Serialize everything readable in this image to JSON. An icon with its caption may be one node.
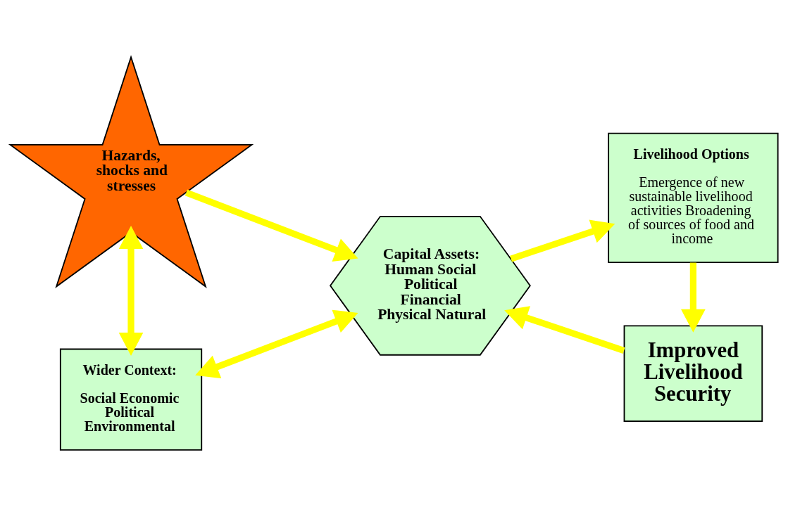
{
  "diagram": {
    "nodes": [
      {
        "text": [
          "Hazards, shocks and stresses"
        ]
      },
      {
        "text": [
          "Capital Assets:",
          "Human Social Political Financial Physical Natural"
        ]
      },
      {
        "text": [
          "Livelihood Options",
          "Emergence of new sustainable livelihood activities Broadening of sources of food and income"
        ]
      },
      {
        "text": [
          "Wider Context:",
          "Social Economic Political Environmental"
        ]
      },
      {
        "text": [
          "Improved Livelihood Security"
        ]
      }
    ],
    "edges": [
      {
        "from": 0,
        "to": 1,
        "arrow": "to"
      },
      {
        "from": 0,
        "to": 3,
        "arrow": "both"
      },
      {
        "from": 3,
        "to": 1,
        "arrow": "both"
      },
      {
        "from": 1,
        "to": 2,
        "arrow": "to"
      },
      {
        "from": 2,
        "to": 4,
        "arrow": "to"
      },
      {
        "from": 4,
        "to": 1,
        "arrow": "to"
      }
    ]
  }
}
